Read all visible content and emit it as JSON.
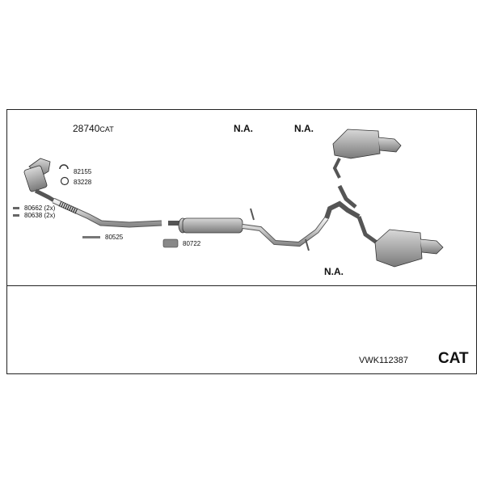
{
  "diagram": {
    "part_number": "28740",
    "part_suffix": "CAT",
    "na_labels": [
      "N.A.",
      "N.A.",
      "N.A."
    ],
    "part_labels": {
      "clamp_a": "82155",
      "ring_a": "83228",
      "bolt_a": "80662 (2x)",
      "bolt_b": "80638 (2x)",
      "hanger_a": "80525",
      "hanger_b": "80722"
    },
    "reference": "VWK112387",
    "category": "CAT"
  }
}
